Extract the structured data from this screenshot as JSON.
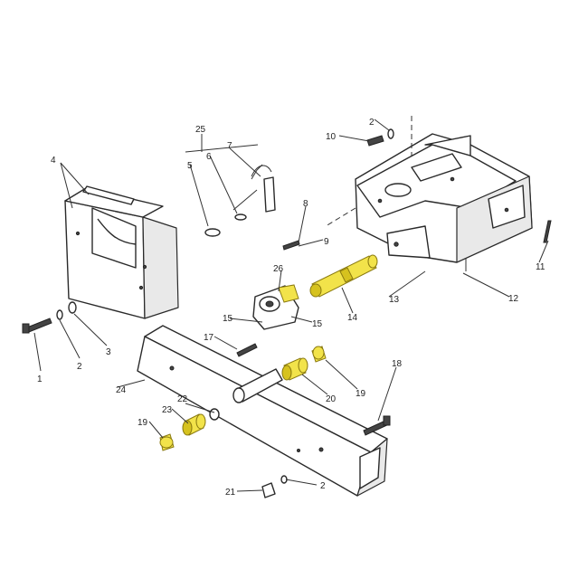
{
  "labels": {
    "l1": "1",
    "l2a": "2",
    "l2b": "2",
    "l2c": "2",
    "l3": "3",
    "l4": "4",
    "l5": "5",
    "l6": "6",
    "l7": "7",
    "l8": "8",
    "l9": "9",
    "l10": "10",
    "l11": "11",
    "l12": "12",
    "l13": "13",
    "l14": "14",
    "l15a": "15",
    "l15b": "15",
    "l17": "17",
    "l18": "18",
    "l19a": "19",
    "l19b": "19",
    "l20": "20",
    "l21": "21",
    "l22": "22",
    "l23": "23",
    "l24": "24",
    "l25": "25",
    "l26": "26"
  },
  "colors": {
    "highlight": "#f2e34a",
    "highlight_dark": "#d6c21e",
    "line": "#2a2a2a"
  }
}
